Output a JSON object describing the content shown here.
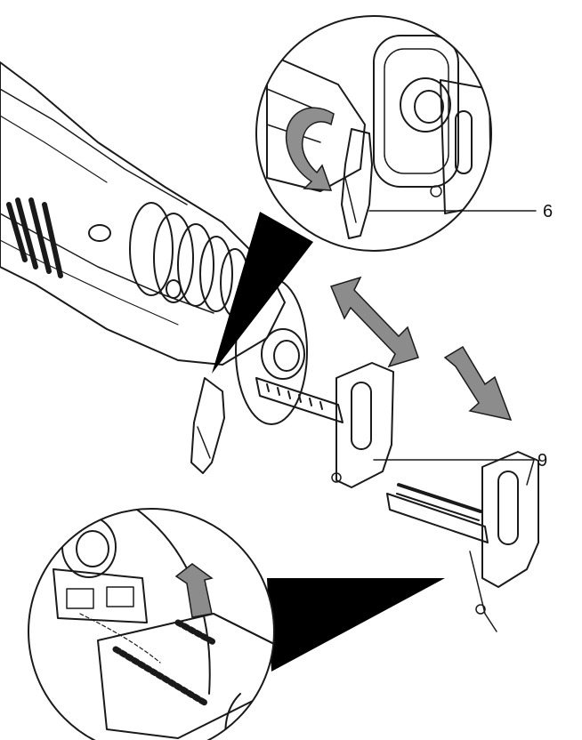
{
  "callouts": [
    {
      "id": "lever",
      "label": "6"
    },
    {
      "id": "shoe",
      "label": "9"
    }
  ],
  "colors": {
    "line": "#1a1a1a",
    "tool_gray": "#d9d9d9",
    "tool_dark": "#6f6f6f",
    "shoe_gray": "#a7a7a7",
    "arrow_gray": "#8c8c8c",
    "wedge": "#000000",
    "background": "#ffffff"
  },
  "icons": [
    "rotate-arrow-icon",
    "double-arrow-icon",
    "direction-arrow-icon",
    "insert-arrow-icon"
  ]
}
